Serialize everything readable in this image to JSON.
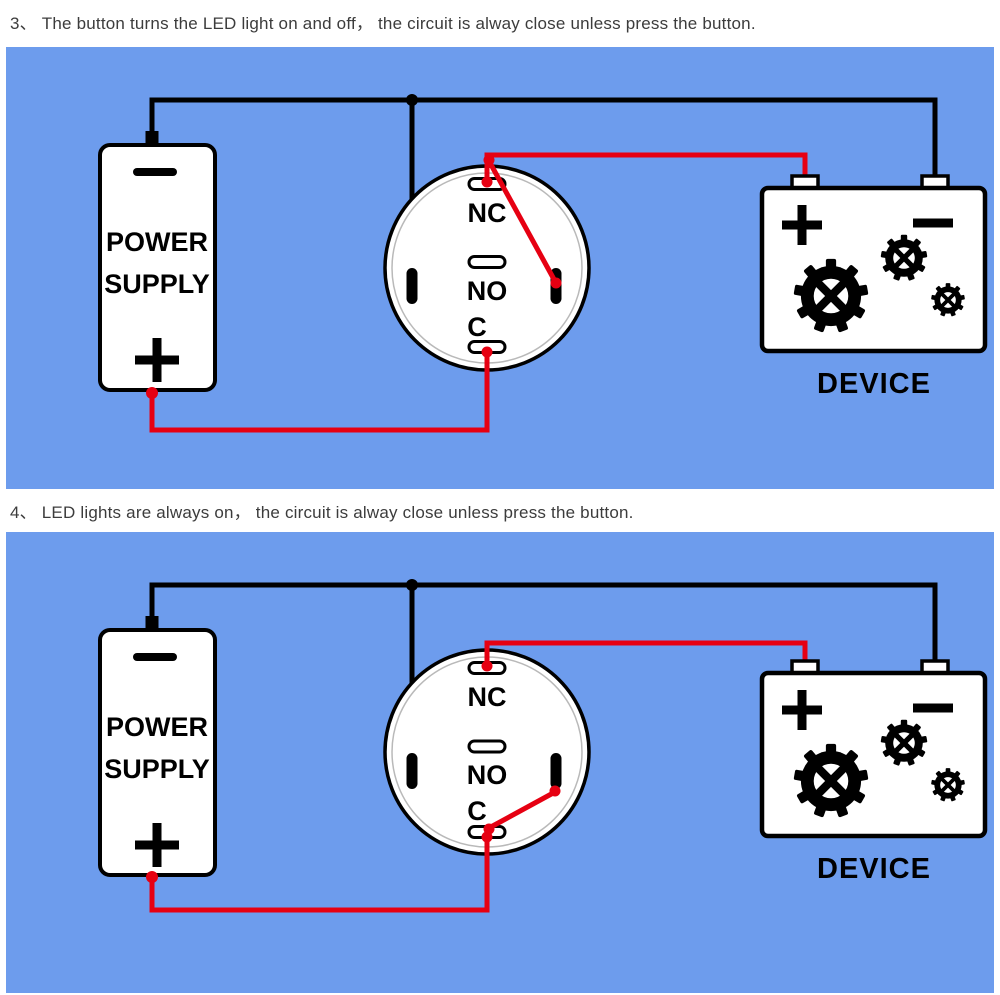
{
  "colors": {
    "panel_blue": "#6d9ced",
    "wire_red": "#e60012",
    "wire_black": "#000000"
  },
  "captions": {
    "item3": "3、 The button turns the LED light on and off， the circuit is alway close unless press the button.",
    "item4": "4、 LED lights are always on， the circuit is alway close unless press the button."
  },
  "labels": {
    "power_line1": "POWER",
    "power_line2": "SUPPLY",
    "nc": "NC",
    "no": "NO",
    "c": "C",
    "device": "DEVICE"
  }
}
